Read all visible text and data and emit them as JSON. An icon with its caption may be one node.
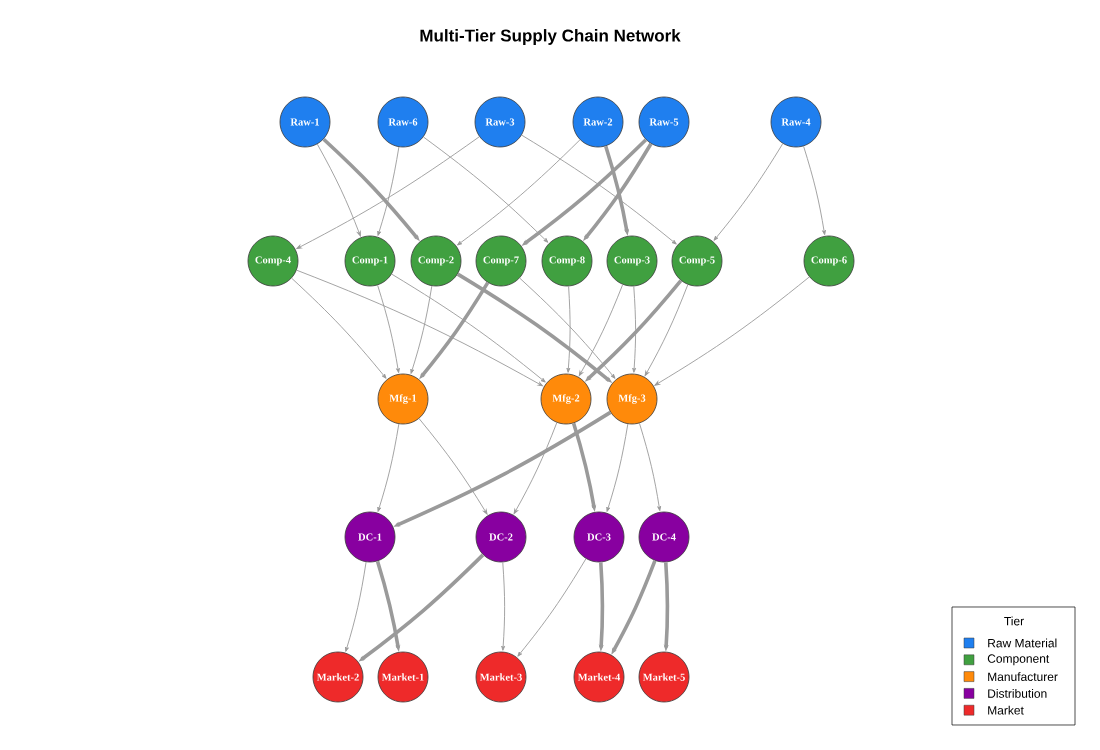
{
  "diagram": {
    "title": "Multi-Tier Supply Chain Network",
    "nodes": [
      {
        "text": [
          "Raw-1"
        ]
      },
      {
        "text": [
          "Raw-6"
        ]
      },
      {
        "text": [
          "Raw-3"
        ]
      },
      {
        "text": [
          "Raw-2"
        ]
      },
      {
        "text": [
          "Raw-5"
        ]
      },
      {
        "text": [
          "Raw-4"
        ]
      },
      {
        "text": [
          "Comp-4"
        ]
      },
      {
        "text": [
          "Comp-1"
        ]
      },
      {
        "text": [
          "Comp-2"
        ]
      },
      {
        "text": [
          "Comp-7"
        ]
      },
      {
        "text": [
          "Comp-8"
        ]
      },
      {
        "text": [
          "Comp-3"
        ]
      },
      {
        "text": [
          "Comp-5"
        ]
      },
      {
        "text": [
          "Comp-6"
        ]
      },
      {
        "text": [
          "Mfg-1"
        ]
      },
      {
        "text": [
          "Mfg-2"
        ]
      },
      {
        "text": [
          "Mfg-3"
        ]
      },
      {
        "text": [
          "DC-1"
        ]
      },
      {
        "text": [
          "DC-2"
        ]
      },
      {
        "text": [
          "DC-3"
        ]
      },
      {
        "text": [
          "DC-4"
        ]
      },
      {
        "text": [
          "Market-2"
        ]
      },
      {
        "text": [
          "Market-1"
        ]
      },
      {
        "text": [
          "Market-3"
        ]
      },
      {
        "text": [
          "Market-4"
        ]
      },
      {
        "text": [
          "Market-5"
        ]
      }
    ],
    "edges": [
      {
        "from": 0,
        "to": 7,
        "arrow": "to"
      },
      {
        "from": 0,
        "to": 8,
        "arrow": "to",
        "style": "thick"
      },
      {
        "from": 1,
        "to": 7,
        "arrow": "to"
      },
      {
        "from": 1,
        "to": 10,
        "arrow": "to"
      },
      {
        "from": 2,
        "to": 6,
        "arrow": "to"
      },
      {
        "from": 2,
        "to": 12,
        "arrow": "to"
      },
      {
        "from": 3,
        "to": 8,
        "arrow": "to"
      },
      {
        "from": 3,
        "to": 11,
        "arrow": "to",
        "style": "thick"
      },
      {
        "from": 4,
        "to": 9,
        "arrow": "to",
        "style": "thick"
      },
      {
        "from": 4,
        "to": 10,
        "arrow": "to",
        "style": "thick"
      },
      {
        "from": 5,
        "to": 12,
        "arrow": "to"
      },
      {
        "from": 5,
        "to": 13,
        "arrow": "to"
      },
      {
        "from": 6,
        "to": 14,
        "arrow": "to"
      },
      {
        "from": 6,
        "to": 15,
        "arrow": "to"
      },
      {
        "from": 7,
        "to": 14,
        "arrow": "to"
      },
      {
        "from": 7,
        "to": 15,
        "arrow": "to"
      },
      {
        "from": 8,
        "to": 14,
        "arrow": "to"
      },
      {
        "from": 8,
        "to": 16,
        "arrow": "to",
        "style": "thick"
      },
      {
        "from": 9,
        "to": 14,
        "arrow": "to",
        "style": "thick"
      },
      {
        "from": 9,
        "to": 16,
        "arrow": "to"
      },
      {
        "from": 10,
        "to": 15,
        "arrow": "to"
      },
      {
        "from": 11,
        "to": 15,
        "arrow": "to"
      },
      {
        "from": 11,
        "to": 16,
        "arrow": "to"
      },
      {
        "from": 12,
        "to": 15,
        "arrow": "to",
        "style": "thick"
      },
      {
        "from": 12,
        "to": 16,
        "arrow": "to"
      },
      {
        "from": 13,
        "to": 16,
        "arrow": "to"
      },
      {
        "from": 14,
        "to": 17,
        "arrow": "to"
      },
      {
        "from": 14,
        "to": 18,
        "arrow": "to"
      },
      {
        "from": 15,
        "to": 18,
        "arrow": "to"
      },
      {
        "from": 15,
        "to": 19,
        "arrow": "to",
        "style": "thick"
      },
      {
        "from": 16,
        "to": 17,
        "arrow": "to",
        "style": "thick"
      },
      {
        "from": 16,
        "to": 19,
        "arrow": "to"
      },
      {
        "from": 16,
        "to": 20,
        "arrow": "to"
      },
      {
        "from": 17,
        "to": 21,
        "arrow": "to"
      },
      {
        "from": 17,
        "to": 22,
        "arrow": "to",
        "style": "thick"
      },
      {
        "from": 18,
        "to": 21,
        "arrow": "to",
        "style": "thick"
      },
      {
        "from": 18,
        "to": 23,
        "arrow": "to"
      },
      {
        "from": 19,
        "to": 23,
        "arrow": "to"
      },
      {
        "from": 19,
        "to": 24,
        "arrow": "to",
        "style": "thick"
      },
      {
        "from": 20,
        "to": 24,
        "arrow": "to",
        "style": "thick"
      },
      {
        "from": 20,
        "to": 25,
        "arrow": "to",
        "style": "thick"
      }
    ],
    "labels": [
      "Tier"
    ],
    "legend": [
      {
        "text": "Raw Material",
        "color": "#1f7fef"
      },
      {
        "text": "Component",
        "color": "#40a040"
      },
      {
        "text": "Manufacturer",
        "color": "#ff8a0a"
      },
      {
        "text": "Distribution",
        "color": "#8800a0"
      },
      {
        "text": "Market",
        "color": "#ee2a2a"
      }
    ]
  }
}
